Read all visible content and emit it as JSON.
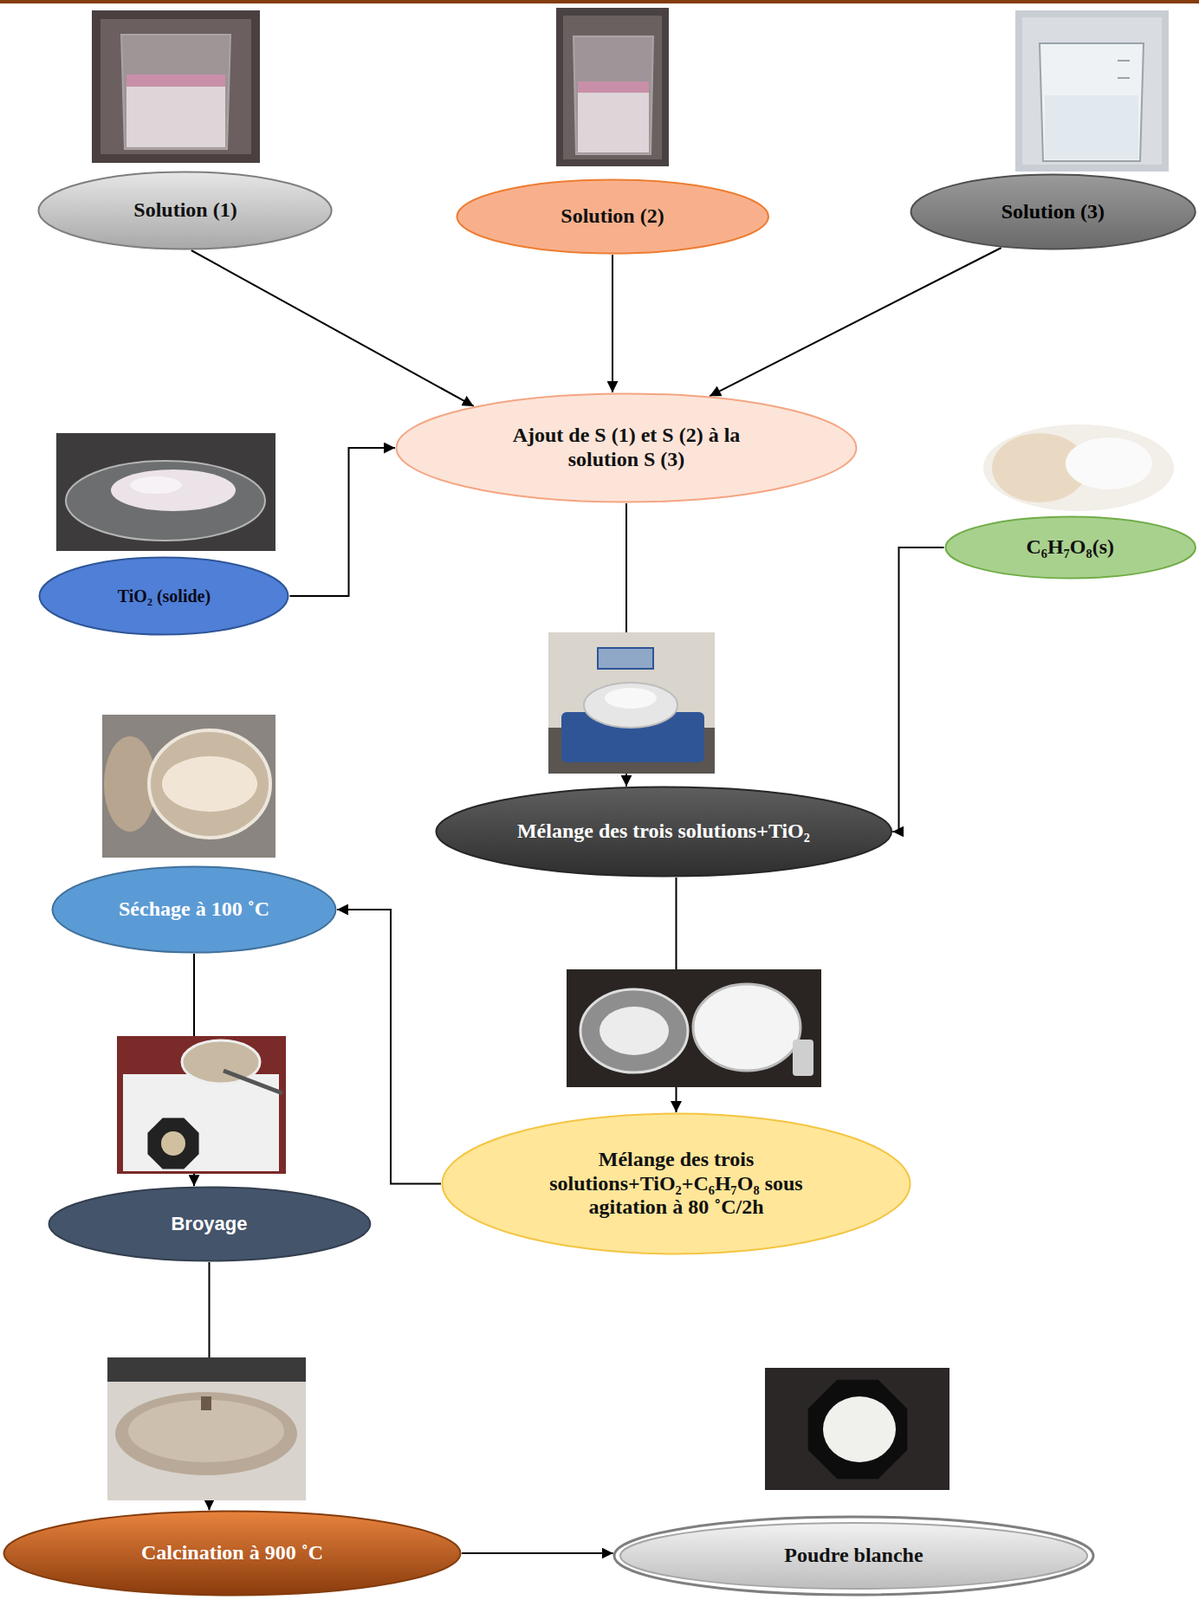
{
  "diagram": {
    "nodes": [
      {
        "text": [
          "Solution (1)"
        ]
      },
      {
        "text": [
          "Solution (2)"
        ]
      },
      {
        "text": [
          "Solution (3)"
        ]
      },
      {
        "text": [
          "Ajout de S (1) et S (2) à la solution S (3)"
        ]
      },
      {
        "text": [
          "C₆H₇O₈(s)"
        ]
      },
      {
        "text": [
          "TiO₂ (solide)"
        ]
      },
      {
        "text": [
          "Mélange des trois solutions+TiO₂"
        ]
      },
      {
        "text": [
          "Séchage à 100 ˚C"
        ]
      },
      {
        "text": [
          "Mélange des trois solutions+TiO₂+C₆H₇O₈ sous agitation à 80 ˚C/2h"
        ]
      },
      {
        "text": [
          "Broyage"
        ]
      },
      {
        "text": [
          "Calcination à 900 ˚C"
        ]
      },
      {
        "text": [
          "Poudre blanche"
        ]
      }
    ],
    "edges": [
      {
        "from": 0,
        "to": 3,
        "arrow": "to"
      },
      {
        "from": 1,
        "to": 3,
        "arrow": "to"
      },
      {
        "from": 2,
        "to": 3,
        "arrow": "to"
      },
      {
        "from": 5,
        "to": 3,
        "arrow": "to"
      },
      {
        "from": 3,
        "to": 6,
        "arrow": "to"
      },
      {
        "from": 4,
        "to": 6,
        "arrow": "to"
      },
      {
        "from": 6,
        "to": 8,
        "arrow": "to"
      },
      {
        "from": 8,
        "to": 7,
        "arrow": "to"
      },
      {
        "from": 7,
        "to": 9,
        "arrow": "to"
      },
      {
        "from": 9,
        "to": 10,
        "arrow": "to"
      },
      {
        "from": 10,
        "to": 11,
        "arrow": "to"
      }
    ]
  }
}
